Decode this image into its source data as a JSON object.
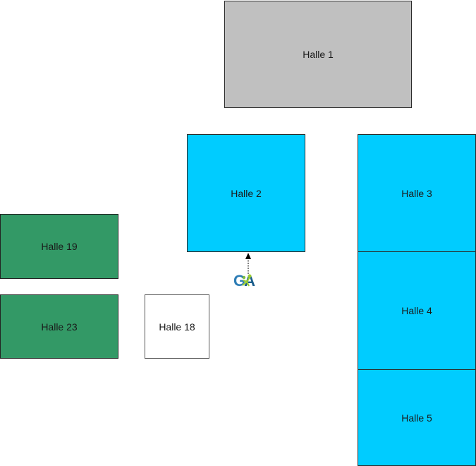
{
  "diagram": {
    "halls": [
      {
        "id": "h1",
        "label": "Halle 1",
        "color": "#c0c0c0"
      },
      {
        "id": "h2",
        "label": "Halle 2",
        "color": "#00ccff"
      },
      {
        "id": "h3",
        "label": "Halle 3",
        "color": "#00ccff"
      },
      {
        "id": "h4",
        "label": "Halle 4",
        "color": "#00ccff"
      },
      {
        "id": "h5",
        "label": "Halle 5",
        "color": "#00ccff"
      },
      {
        "id": "h19",
        "label": "Halle 19",
        "color": "#339966"
      },
      {
        "id": "h23",
        "label": "Halle 23",
        "color": "#339966"
      },
      {
        "id": "h18",
        "label": "Halle 18",
        "color": "#ffffff"
      }
    ],
    "logo": {
      "text_left": "G",
      "text_right": "A",
      "name": "ga-logo"
    },
    "arrow": {
      "from": "logo",
      "to": "Halle 2",
      "style": "dashed"
    }
  }
}
